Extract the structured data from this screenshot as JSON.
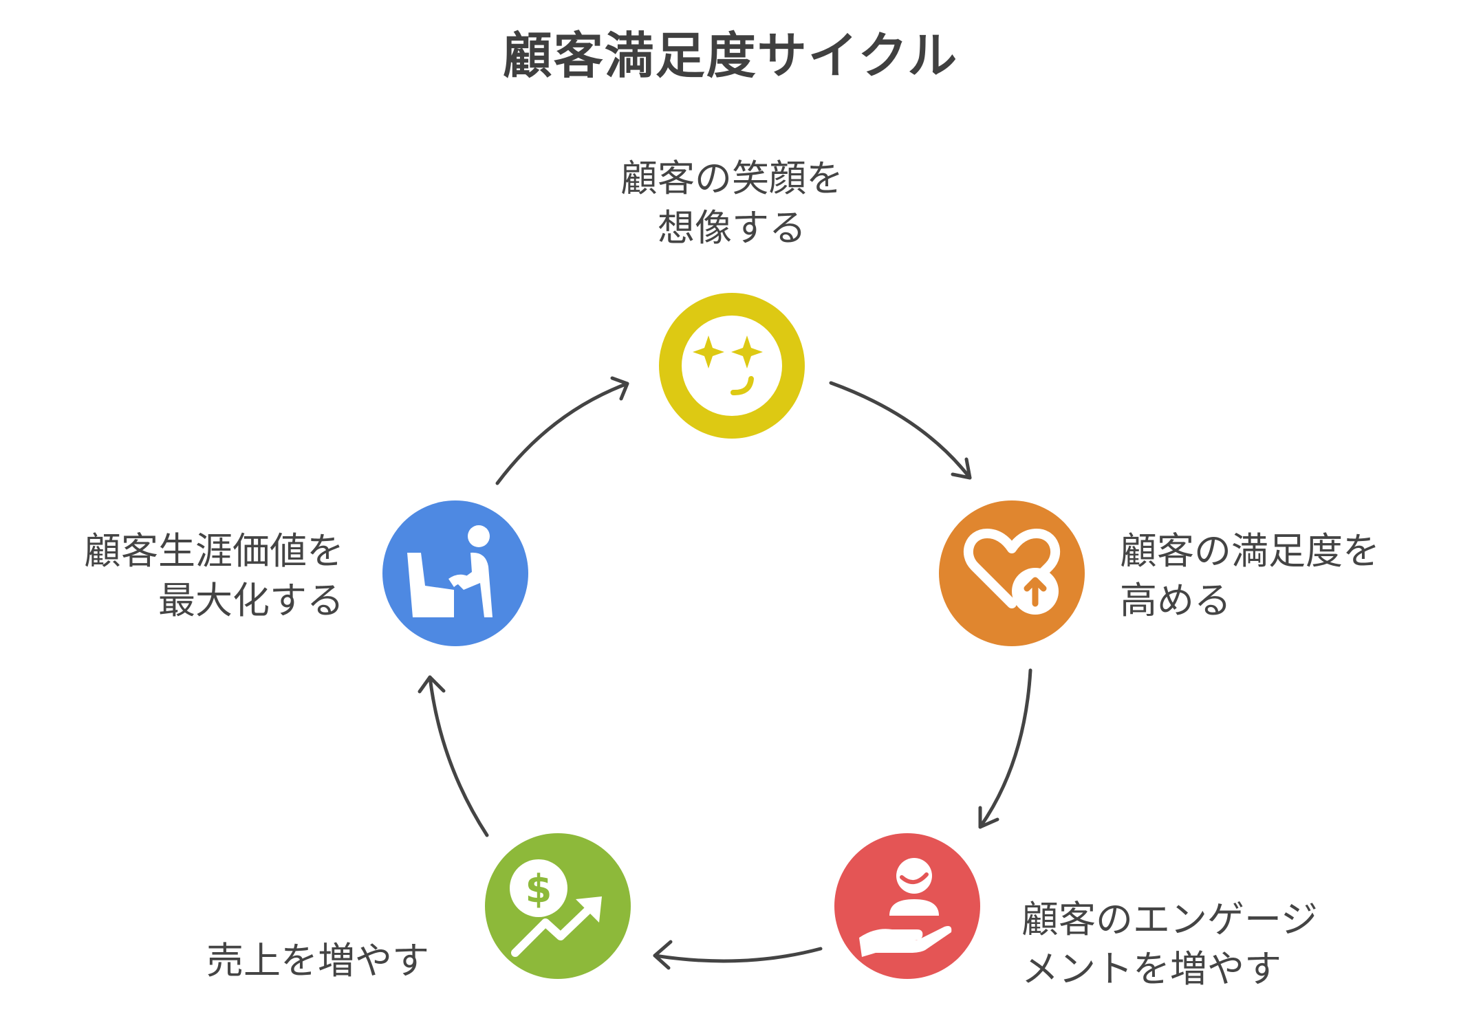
{
  "title": "顧客満足度サイクル",
  "steps": [
    {
      "id": "imagine",
      "icon": "starry-eyed-face-icon",
      "color": "#DDC913",
      "lines": [
        "顧客の笑顔を",
        "想像する"
      ]
    },
    {
      "id": "satisfaction",
      "icon": "heart-with-up-arrow-icon",
      "color": "#E0862F",
      "lines": [
        "顧客の満足度を",
        "高める"
      ]
    },
    {
      "id": "engagement",
      "icon": "person-on-hand-icon",
      "color": "#E45555",
      "lines": [
        "顧客のエンゲージ",
        "メントを増やす"
      ]
    },
    {
      "id": "sales",
      "icon": "dollar-rising-chart-icon",
      "color": "#8DB93A",
      "lines": [
        "売上を増やす"
      ]
    },
    {
      "id": "lifetime",
      "icon": "person-at-desk-icon",
      "color": "#4E89E2",
      "lines": [
        "顧客生涯価値を",
        "最大化する"
      ]
    }
  ]
}
